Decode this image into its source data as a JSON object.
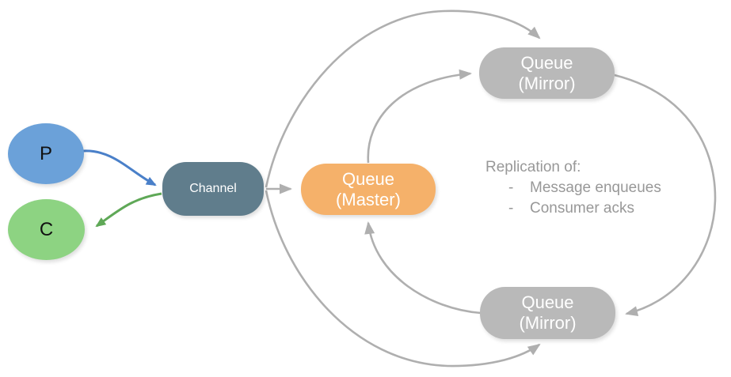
{
  "colors": {
    "arrow_gray": "#AFAFAF",
    "arrow_blue": "#4A80C9",
    "arrow_green": "#5FA857",
    "annotation_text": "#989898"
  },
  "nodes": {
    "producer": {
      "label": "P",
      "fill": "#6BA1D9",
      "text_color": "#111111"
    },
    "consumer": {
      "label": "C",
      "fill": "#8DD382",
      "text_color": "#111111"
    },
    "channel": {
      "label": "Channel",
      "fill": "#607D8C",
      "text_color": "#FFFFFF"
    },
    "queue_master": {
      "line1": "Queue",
      "line2": "(Master)",
      "fill": "#F5B16A",
      "text_color": "#FFFFFF"
    },
    "queue_mirror_top": {
      "line1": "Queue",
      "line2": "(Mirror)",
      "fill": "#B9B9B9",
      "text_color": "#FFFFFF"
    },
    "queue_mirror_bottom": {
      "line1": "Queue",
      "line2": "(Mirror)",
      "fill": "#B9B9B9",
      "text_color": "#FFFFFF"
    }
  },
  "annotation": {
    "title": "Replication of:",
    "bullet": "-",
    "items": [
      "Message enqueues",
      "Consumer acks"
    ]
  }
}
